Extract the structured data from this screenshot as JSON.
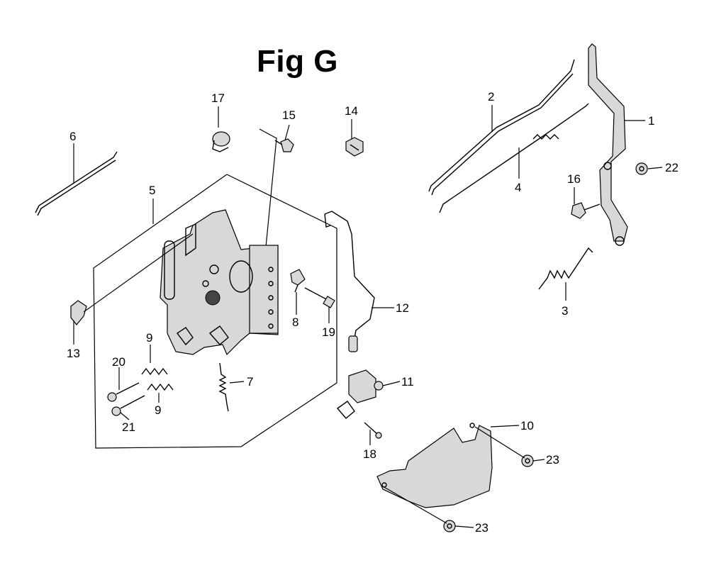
{
  "title": "Fig G",
  "callouts": {
    "c1": "1",
    "c2": "2",
    "c3": "3",
    "c4": "4",
    "c5": "5",
    "c6": "6",
    "c7": "7",
    "c8": "8",
    "c9a": "9",
    "c9b": "9",
    "c10": "10",
    "c11": "11",
    "c12": "12",
    "c13": "13",
    "c14": "14",
    "c15": "15",
    "c16": "16",
    "c17": "17",
    "c18": "18",
    "c19": "19",
    "c20": "20",
    "c21": "21",
    "c22": "22",
    "c23a": "23",
    "c23b": "23"
  }
}
